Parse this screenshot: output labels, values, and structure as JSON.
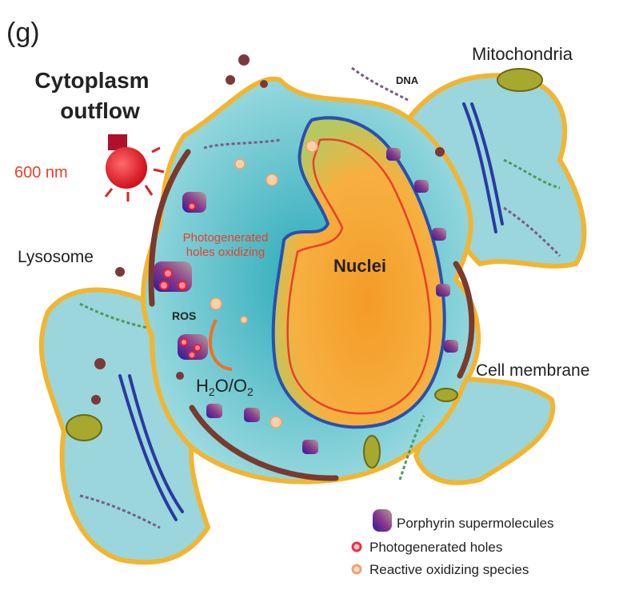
{
  "panel_label": "(g)",
  "labels": {
    "cytoplasm_line1": "Cytoplasm",
    "cytoplasm_line2": "outflow",
    "light": "600 nm",
    "lysosome": "Lysosome",
    "dna": "DNA",
    "mitochondria": "Mitochondria",
    "holes_line1": "Photogenerated",
    "holes_line2": "holes oxidizing",
    "ros": "ROS",
    "water_h": "H",
    "water_sub1": "2",
    "water_mid": "O/O",
    "water_sub2": "2",
    "nuclei": "Nuclei",
    "cell_membrane": "Cell membrane"
  },
  "legend": [
    {
      "label": "Porphyrin supermolecules",
      "icon": "porphyrin-icon"
    },
    {
      "label": "Photogenerated holes",
      "icon": "hole-icon"
    },
    {
      "label": "Reactive oxidizing species",
      "icon": "ros-icon"
    }
  ],
  "colors": {
    "cytoplasm": "#5cc6cf",
    "membrane_outline": "#f2b531",
    "membrane_dark": "#7a3a2e",
    "nucleus": "#f5a030",
    "nucleus_outline": "#2a4fb0",
    "highlight_text": "#e8402a",
    "light_bulb": "#e0202a"
  }
}
